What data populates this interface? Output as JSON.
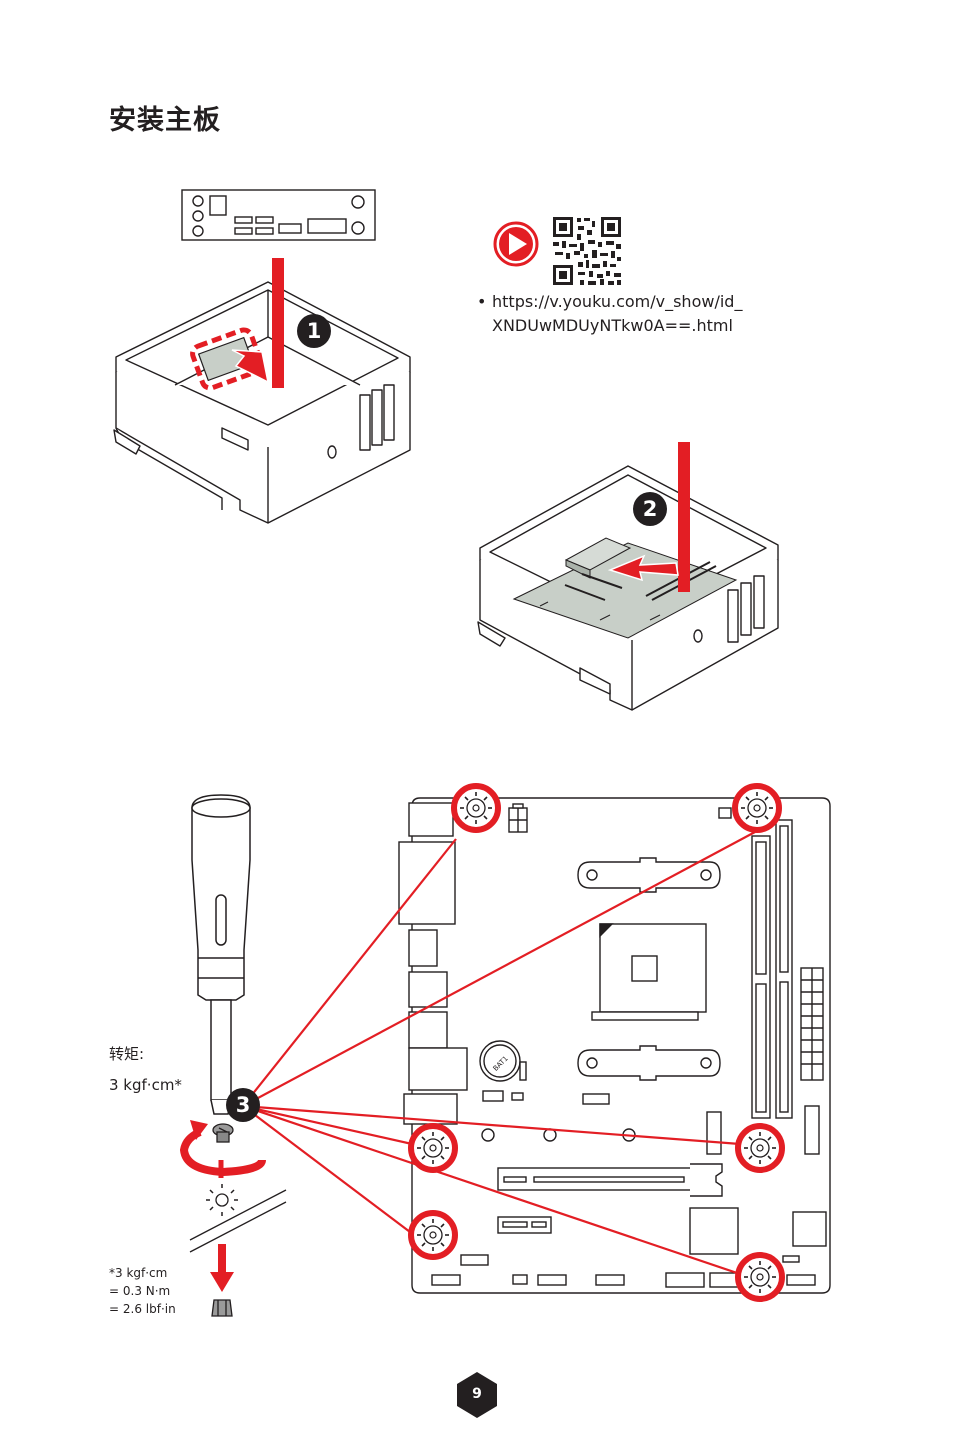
{
  "page": {
    "title": "安装主板",
    "page_number": "9"
  },
  "video": {
    "url_line1": "https://v.youku.com/v_show/id_",
    "url_line2": "XNDUwMDUyNTkw0A==.html",
    "bullet": "•"
  },
  "steps": {
    "step1": "1",
    "step2": "2",
    "step3": "3"
  },
  "torque": {
    "label": "转矩:",
    "value": "3 kgf·cm*"
  },
  "footnote": {
    "line1": "*3 kgf·cm",
    "line2": "= 0.3 N·m",
    "line3": "= 2.6 lbf·in"
  },
  "board": {
    "battery_label": "BAT1"
  },
  "colors": {
    "accent": "#e31e24",
    "line": "#231f20",
    "board_fill": "#c8cfc8"
  },
  "icons": [
    "play-icon",
    "qr-code-icon",
    "screw-icon",
    "standoff-icon",
    "screwdriver-icon",
    "rotate-arrow-icon",
    "down-arrow-icon"
  ]
}
